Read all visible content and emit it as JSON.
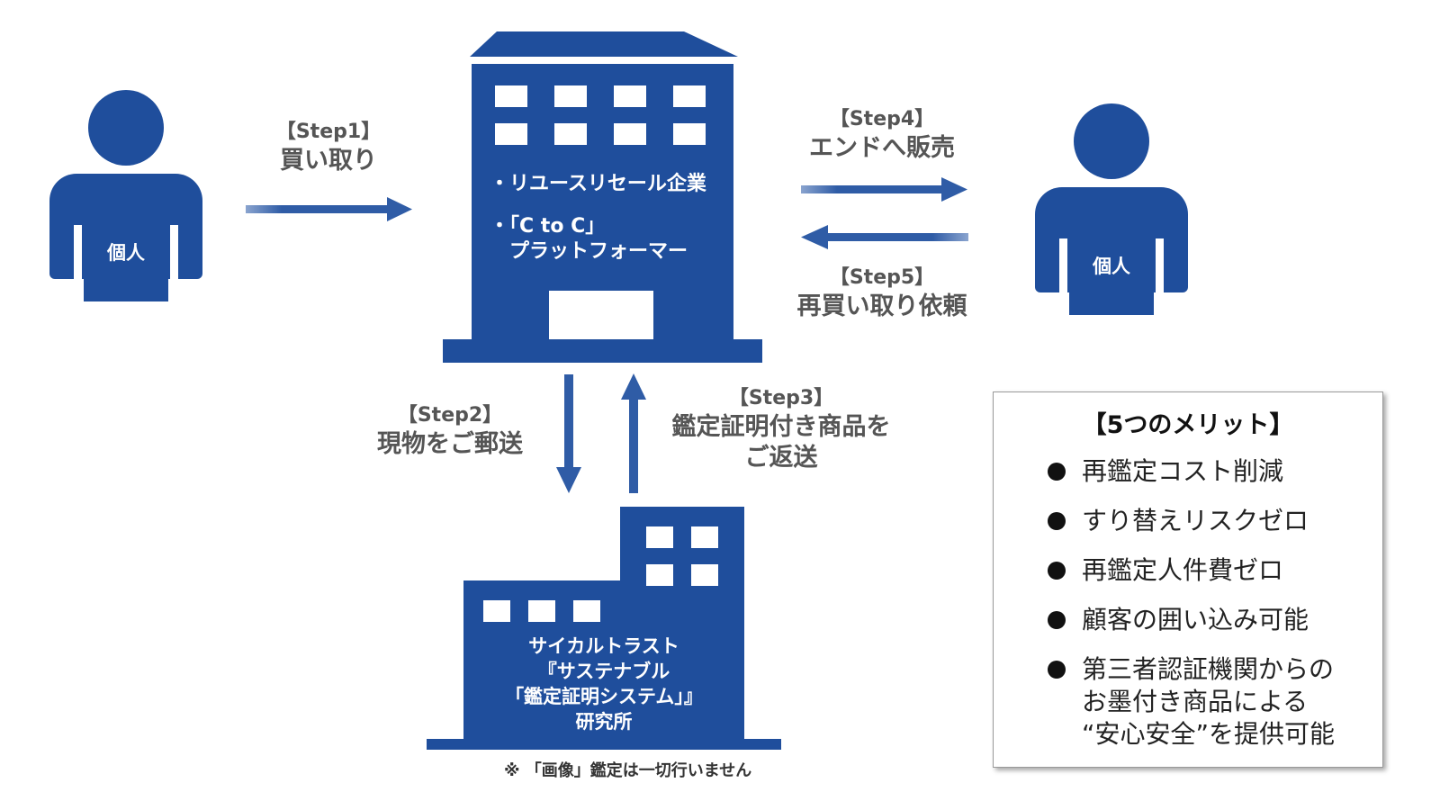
{
  "left_person": {
    "label": "個人"
  },
  "right_person": {
    "label": "個人"
  },
  "company": {
    "lines": [
      "・リユースリセール企業",
      "・「C to C」",
      "　プラットフォーマー"
    ]
  },
  "steps": {
    "step1": {
      "head": "【Step1】",
      "body": "買い取り"
    },
    "step2": {
      "head": "【Step2】",
      "body": "現物をご郵送"
    },
    "step3": {
      "head": "【Step3】",
      "body_line1": "鑑定証明付き商品を",
      "body_line2": "ご返送"
    },
    "step4": {
      "head": "【Step4】",
      "body": "エンドへ販売"
    },
    "step5": {
      "head": "【Step5】",
      "body": "再買い取り依頼"
    }
  },
  "lab": {
    "lines": [
      "サイカルトラスト",
      "『サステナブル",
      "「鑑定証明システム」』",
      "研究所"
    ]
  },
  "note": "※ 「画像」鑑定は一切行いません",
  "merits": {
    "title": "【5つのメリット】",
    "items": [
      "再鑑定コスト削減",
      "すり替えリスクゼロ",
      "再鑑定人件費ゼロ",
      "顧客の囲い込み可能",
      "第三者認証機関からの",
      "お墨付き商品による",
      "“安心安全”を提供可能"
    ]
  },
  "colors": {
    "primary": "#1f4e9c",
    "text_gray": "#555555"
  }
}
